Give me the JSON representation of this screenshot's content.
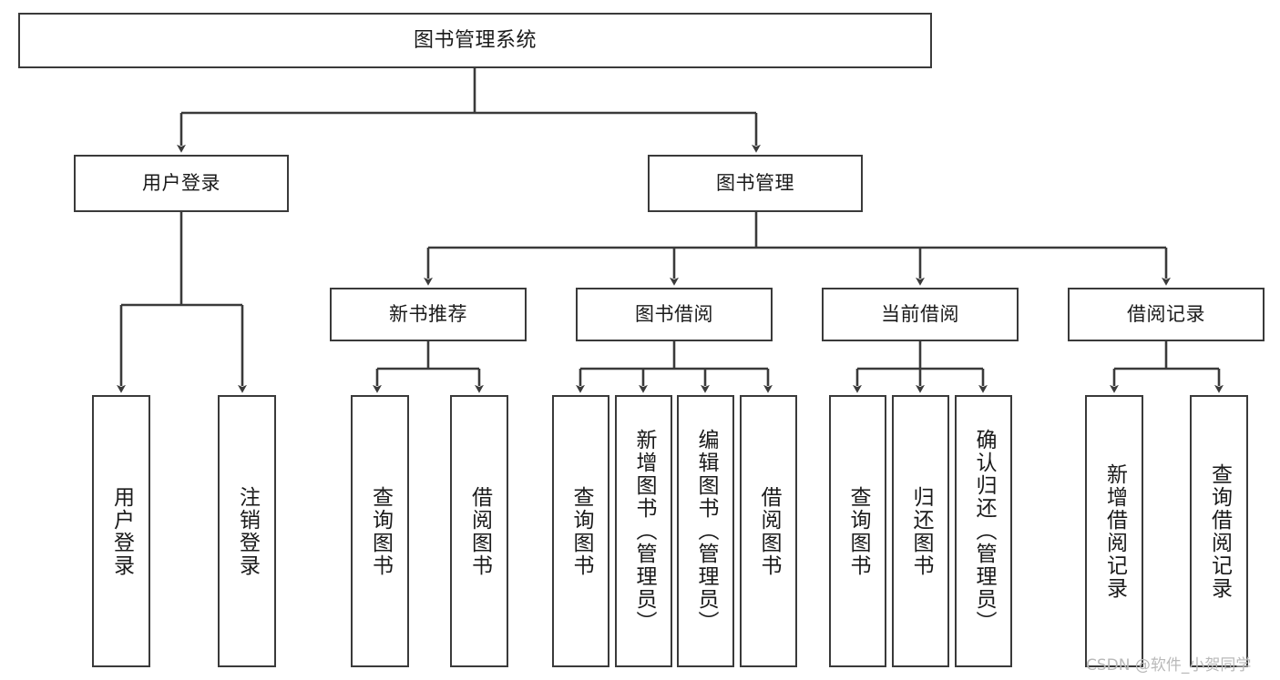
{
  "diagram": {
    "title": "图书管理系统",
    "watermark": "CSDN @软件_小贺同学",
    "root": {
      "label": "图书管理系统"
    },
    "level2": [
      {
        "label": "用户登录"
      },
      {
        "label": "图书管理"
      }
    ],
    "level3": [
      {
        "label": "新书推荐"
      },
      {
        "label": "图书借阅"
      },
      {
        "label": "当前借阅"
      },
      {
        "label": "借阅记录"
      }
    ],
    "leaves": [
      {
        "label": "用户登录",
        "parent": "用户登录"
      },
      {
        "label": "注销登录",
        "parent": "用户登录"
      },
      {
        "label": "查询图书",
        "parent": "新书推荐"
      },
      {
        "label": "借阅图书",
        "parent": "新书推荐"
      },
      {
        "label": "查询图书",
        "parent": "图书借阅"
      },
      {
        "label": "新增图书（管理员）",
        "parent": "图书借阅"
      },
      {
        "label": "编辑图书（管理员）",
        "parent": "图书借阅"
      },
      {
        "label": "借阅图书",
        "parent": "图书借阅"
      },
      {
        "label": "查询图书",
        "parent": "当前借阅"
      },
      {
        "label": "归还图书",
        "parent": "当前借阅"
      },
      {
        "label": "确认归还（管理员）",
        "parent": "当前借阅"
      },
      {
        "label": "新增借阅记录",
        "parent": "借阅记录"
      },
      {
        "label": "查询借阅记录",
        "parent": "借阅记录"
      }
    ],
    "colors": {
      "border": "#3a3a3a",
      "line": "#3a3a3a",
      "text": "#1a1a1a",
      "background": "#ffffff",
      "watermark": "#b9b9b9"
    }
  }
}
